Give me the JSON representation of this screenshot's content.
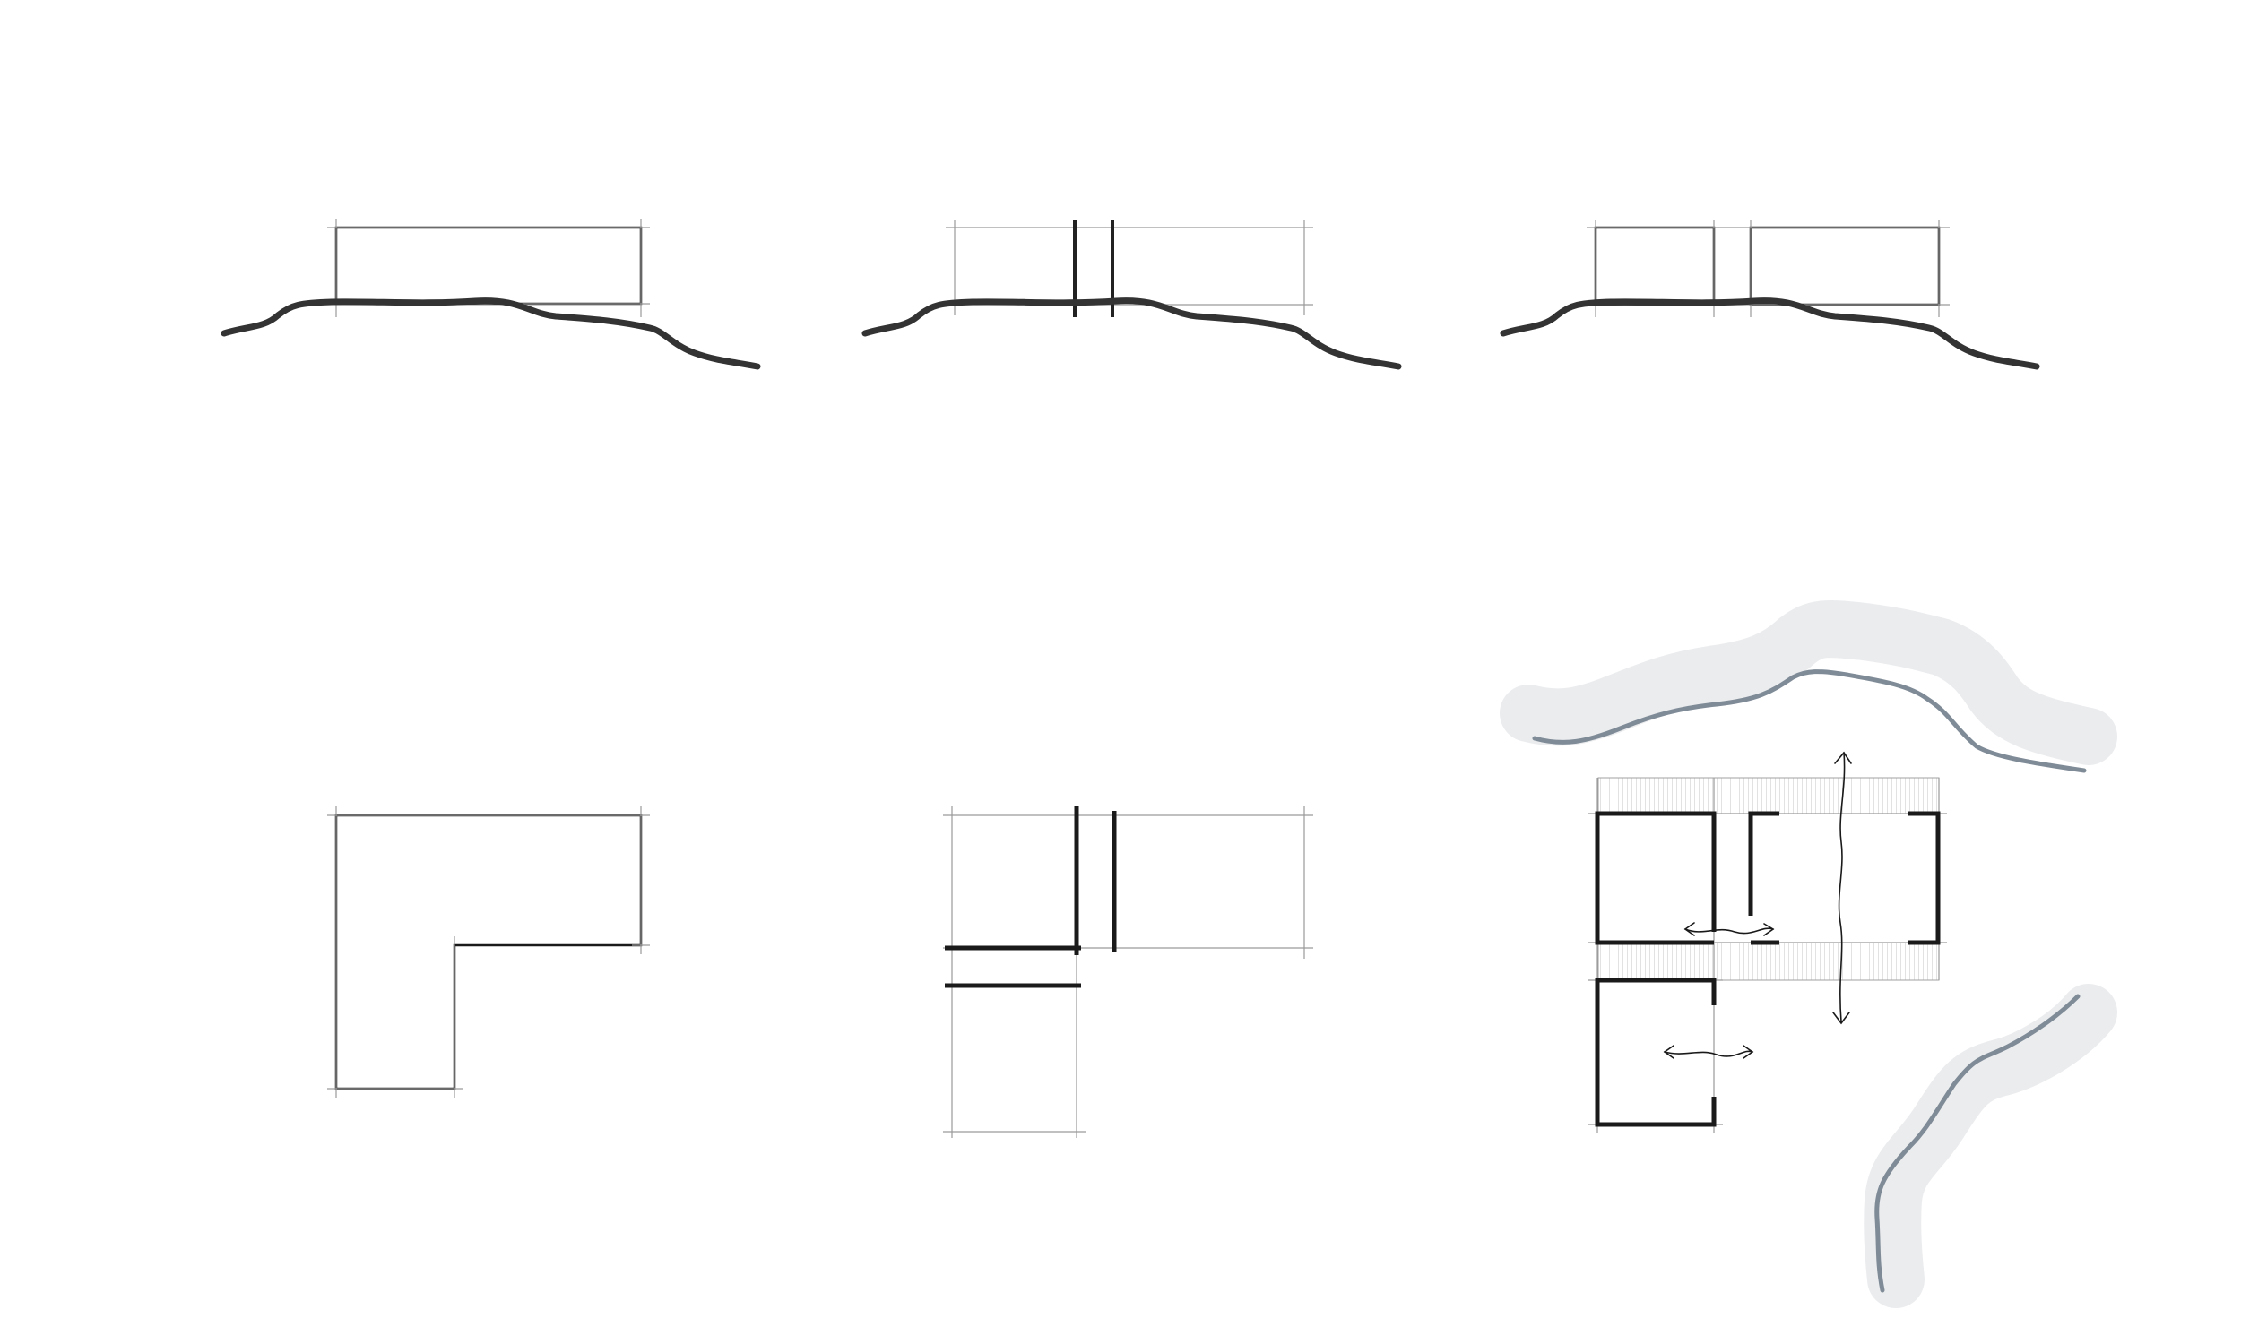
{
  "diagram": {
    "panels": [
      {
        "id": "section-single-volume"
      },
      {
        "id": "section-split-walls"
      },
      {
        "id": "section-two-volumes"
      },
      {
        "id": "plan-l-shape"
      },
      {
        "id": "plan-split-walls"
      },
      {
        "id": "plan-site-circulation"
      }
    ]
  },
  "colors": {
    "ink": "#1a1a1a",
    "ground_line": "#333333",
    "guide_line": "#9a9a9a",
    "river_line": "#7f8b97",
    "river_halo": "#ebecee",
    "background": "#ffffff"
  }
}
